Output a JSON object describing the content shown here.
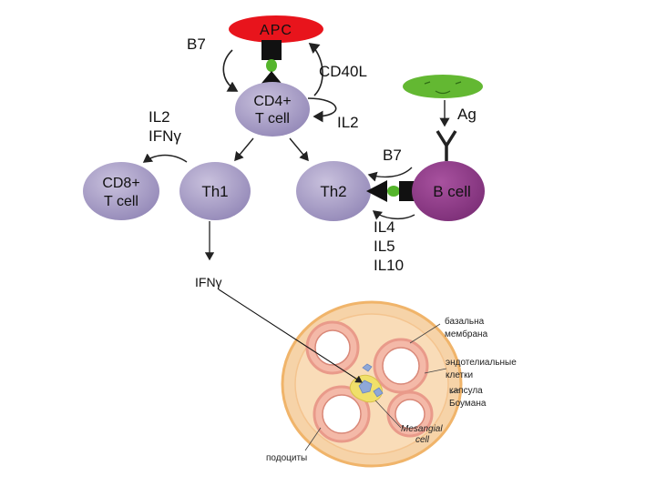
{
  "diagram": {
    "apc_label": "APC",
    "b7_top": "B7",
    "cd40l": "CD40L",
    "cd4_line1": "CD4+",
    "cd4_line2": "T cell",
    "il2_right": "IL2",
    "il2_left": "IL2",
    "ifng_left": "IFNγ",
    "cd8_line1": "CD8+",
    "cd8_line2": "T cell",
    "th1": "Th1",
    "th2": "Th2",
    "b7_right": "B7",
    "bcell": "B cell",
    "ag": "Ag",
    "il4": "IL4",
    "il5": "IL5",
    "il10": "IL10",
    "ifng_bottom": "IFNγ"
  },
  "glomerulus": {
    "basement_line1": "базальна",
    "basement_line2": "мембрана",
    "endo_line1": "эндотелиальные",
    "endo_line2": "клетки",
    "capsule_line1": "капсула",
    "capsule_line2": "Боумана",
    "mesangial_line1": "Mesangial",
    "mesangial_line2": "cell",
    "podocytes": "подоциты"
  },
  "colors": {
    "apc": "#e8141c",
    "cd4": "#a79dc4",
    "th": "#9b8fc0",
    "bcell": "#8e3d8a",
    "antigen": "#63b832",
    "green_dot": "#55b52c",
    "capsule_bg": "#f6d3a8",
    "capsule_outline": "#f0b46a",
    "vessel_fill": "#ffffff",
    "mesangial": "#8fa8d8"
  }
}
